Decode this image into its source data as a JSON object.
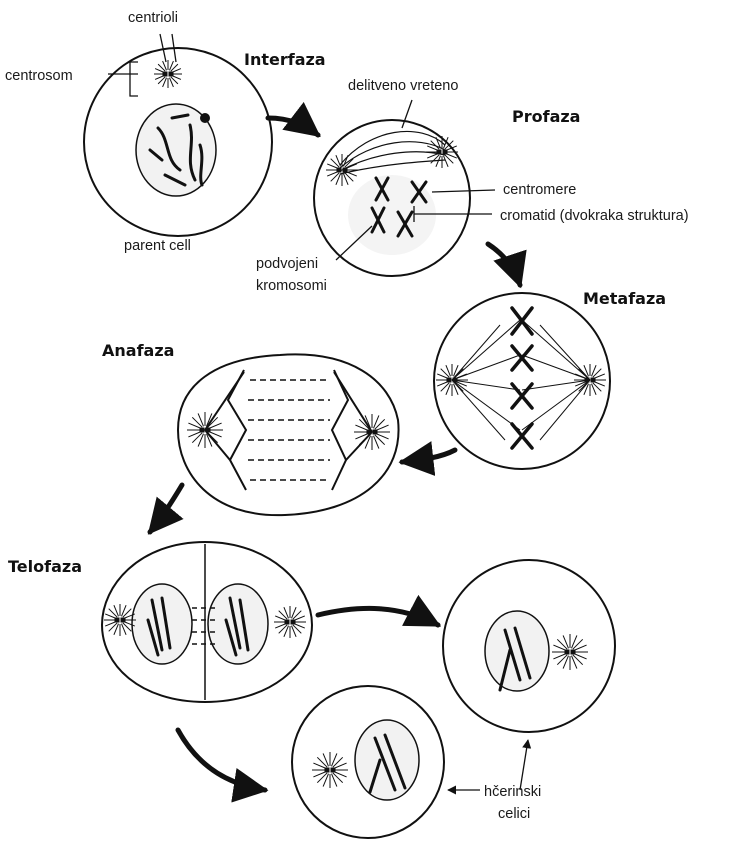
{
  "stages": {
    "interphase": "Interfaza",
    "prophase": "Profaza",
    "metaphase": "Metafaza",
    "anaphase": "Anafaza",
    "telophase": "Telofaza"
  },
  "labels": {
    "centrioles": "centrioli",
    "centrosome": "centrosom",
    "parent_cell": "parent cell",
    "spindle": "delitveno vreteno",
    "centromere": "centromere",
    "chromatid": "cromatid (dvokraka struktura)",
    "duplicated_line1": "podvojeni",
    "duplicated_line2": "kromosomi",
    "daughter_line1": "hčerinski",
    "daughter_line2": "celici"
  },
  "colors": {
    "ink": "#111111",
    "background": "#ffffff"
  }
}
